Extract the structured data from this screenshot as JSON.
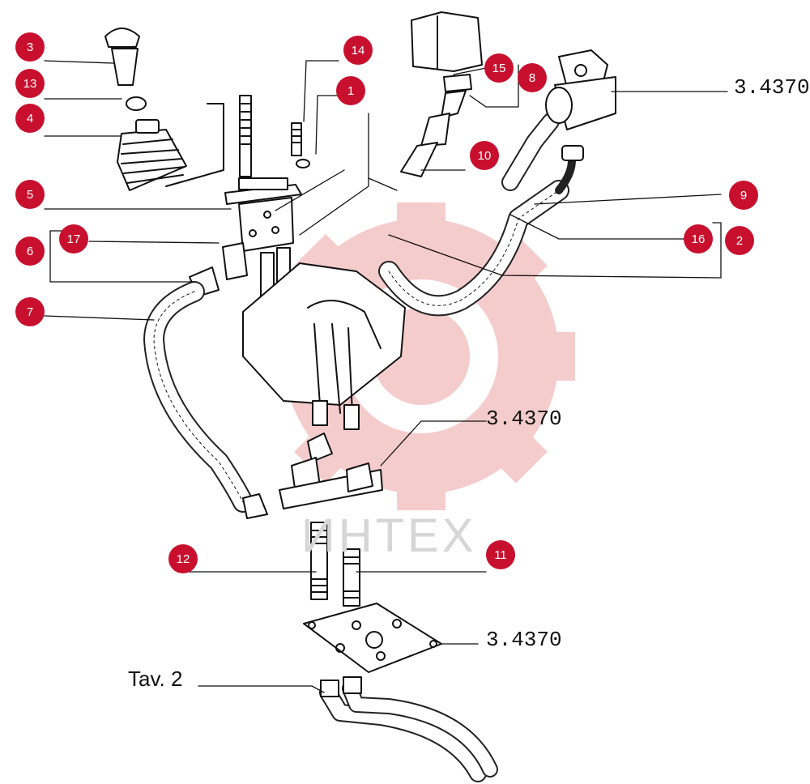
{
  "watermark": {
    "text": "ИНТЕХ",
    "color": "#f2b8b8"
  },
  "badge_color": "#c8102e",
  "part_labels": [
    "1",
    "2",
    "3",
    "4",
    "5",
    "6",
    "7",
    "8",
    "9",
    "10",
    "11",
    "12",
    "13",
    "14",
    "15",
    "16",
    "17"
  ],
  "references": {
    "top_right": "3.4370",
    "middle": "3.4370",
    "bottom": "3.4370",
    "table": "Tav. 2"
  }
}
